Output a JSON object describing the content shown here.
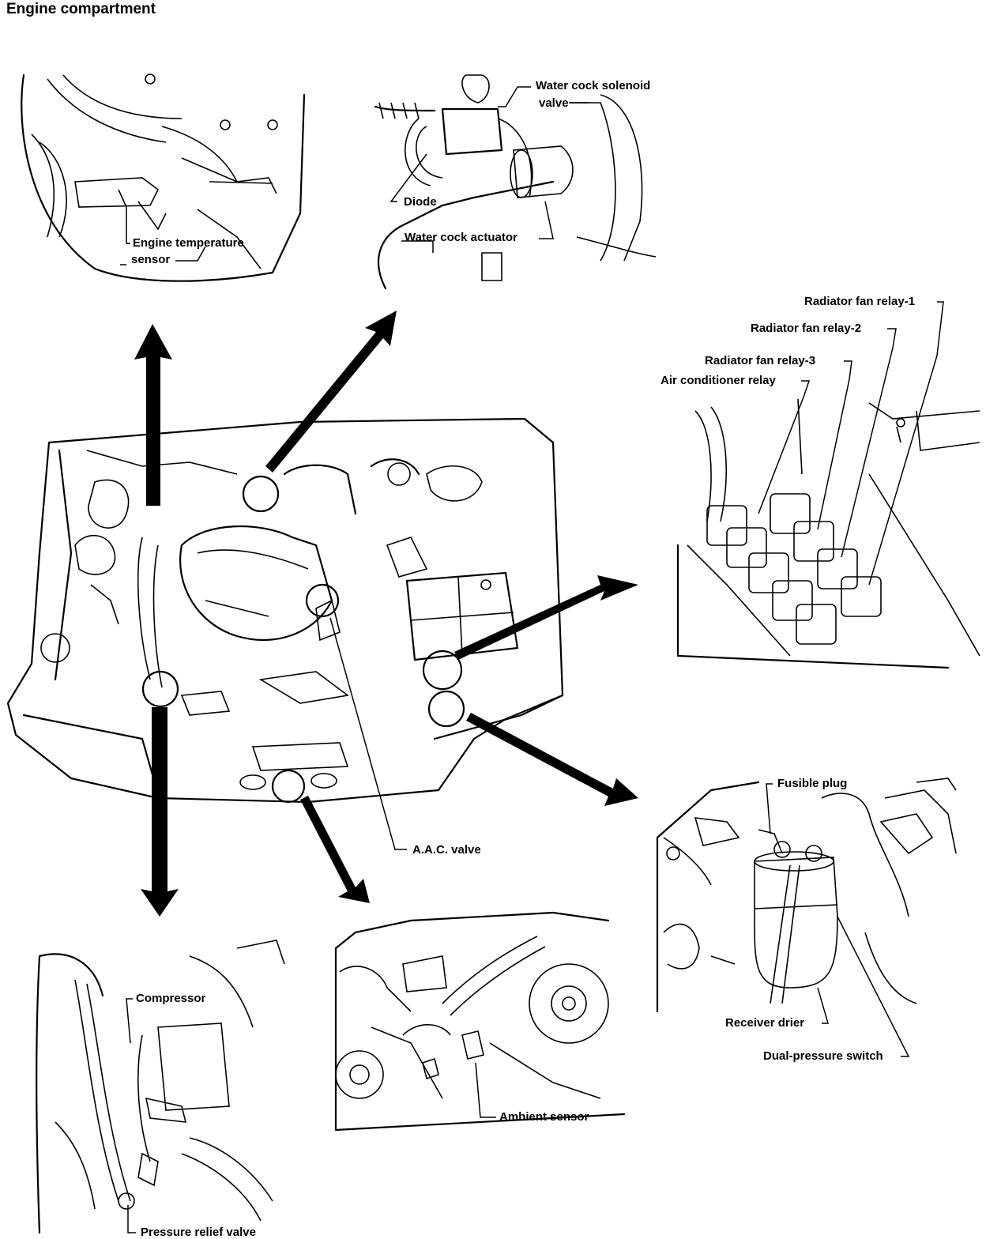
{
  "title": "Engine compartment",
  "labels": {
    "water_cock_solenoid_valve_1": "Water cock solenoid",
    "water_cock_solenoid_valve_2": "valve",
    "diode": "Diode",
    "water_cock_actuator": "Water cock actuator",
    "engine_temperature_sensor_1": "Engine temperature",
    "engine_temperature_sensor_2": "sensor",
    "radiator_fan_relay_1": "Radiator fan relay-1",
    "radiator_fan_relay_2": "Radiator fan relay-2",
    "radiator_fan_relay_3": "Radiator fan relay-3",
    "air_conditioner_relay": "Air conditioner relay",
    "aac_valve": "A.A.C. valve",
    "fusible_plug": "Fusible plug",
    "receiver_drier": "Receiver drier",
    "dual_pressure_switch": "Dual-pressure switch",
    "compressor": "Compressor",
    "pressure_relief_valve": "Pressure relief valve",
    "ambient_sensor": "Ambient sensor"
  }
}
